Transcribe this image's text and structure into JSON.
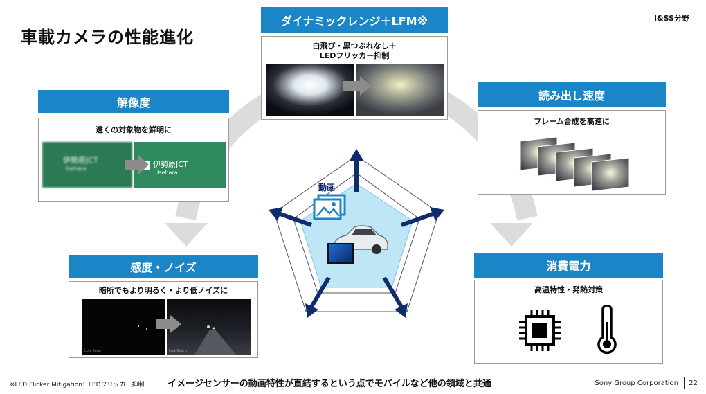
{
  "title": "車載カメラの性能進化",
  "division": "I&SS分野",
  "dynamic_range": {
    "header": "ダイナミックレンジ＋LFM※",
    "caption_line1": "白飛び・黒つぶれなし＋",
    "caption_line2": "LEDフリッカー抑制"
  },
  "resolution": {
    "header": "解像度",
    "caption": "遠くの対象物を鮮明に",
    "sign_text": "伊勢原JCT",
    "sign_sub": "Isehara"
  },
  "readout_speed": {
    "header": "読み出し速度",
    "caption": "フレーム合成を高速に"
  },
  "sensitivity": {
    "header": "感度・ノイズ",
    "caption": "暗所でもより明るく・より低ノイズに",
    "left_tag": "Low Beam",
    "right_tag": "Low Beam"
  },
  "power": {
    "header": "消費電力",
    "caption": "高温特性・発熱対策"
  },
  "center": {
    "video_label": "動画"
  },
  "footer": {
    "note": "※LED Flicker Mitigation：LEDフリッカー抑制",
    "message": "イメージセンサーの動画特性が直結するという点でモバイルなど他の領域と共通",
    "corporation": "Sony Group Corporation",
    "page": "22"
  },
  "colors": {
    "accent_blue": "#1a86c8",
    "arrow_navy": "#0f2d6b",
    "radar_fill": "#bfe6f7",
    "grey_arc": "#dcdcdc"
  }
}
